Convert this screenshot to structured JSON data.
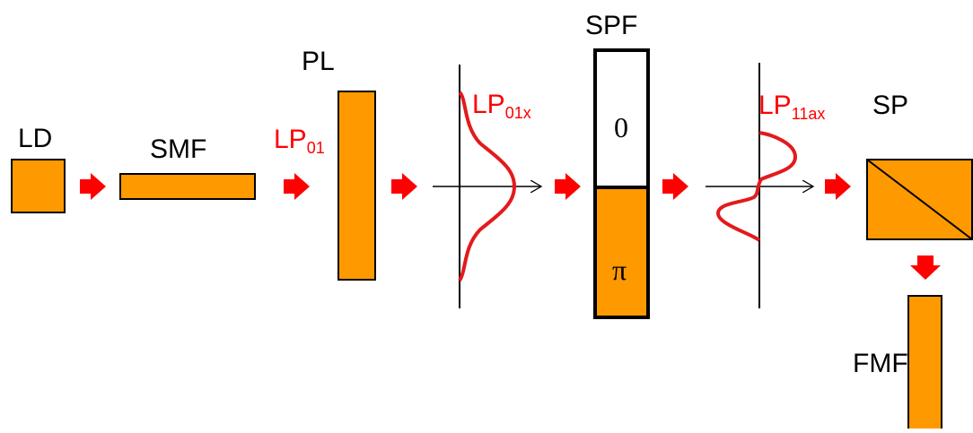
{
  "colors": {
    "component_fill": "#FF9900",
    "outline": "#000000",
    "arrow": "#FF0000",
    "mode_label": "#FF0000",
    "profile": "#E31A1C"
  },
  "components": {
    "ld": "LD",
    "smf": "SMF",
    "pl": "PL",
    "spf": "SPF",
    "sp": "SP",
    "fmf": "FMF"
  },
  "modes": {
    "input": {
      "base": "LP",
      "sub": "01"
    },
    "x_polarized": {
      "base": "LP",
      "sub": "01x"
    },
    "output": {
      "base": "LP",
      "sub": "11ax"
    }
  },
  "phase": {
    "top": "0",
    "bottom": "π"
  }
}
